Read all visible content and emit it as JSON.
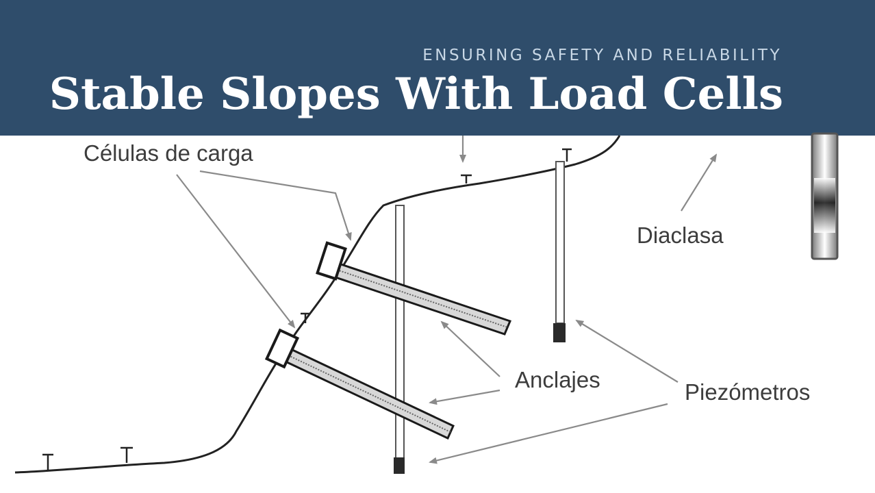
{
  "header": {
    "eyebrow": "ENSURING SAFETY AND RELIABILITY",
    "title": "Stable Slopes With Load Cells"
  },
  "diagram": {
    "labels": {
      "load_cells": "Células de carga",
      "joint": "Diaclasa",
      "anchors": "Anclajes",
      "piezometers": "Piezómetros"
    }
  },
  "colors": {
    "banner": "#2f4d6b",
    "ink": "#222222",
    "arrow": "#8a8a8a"
  }
}
